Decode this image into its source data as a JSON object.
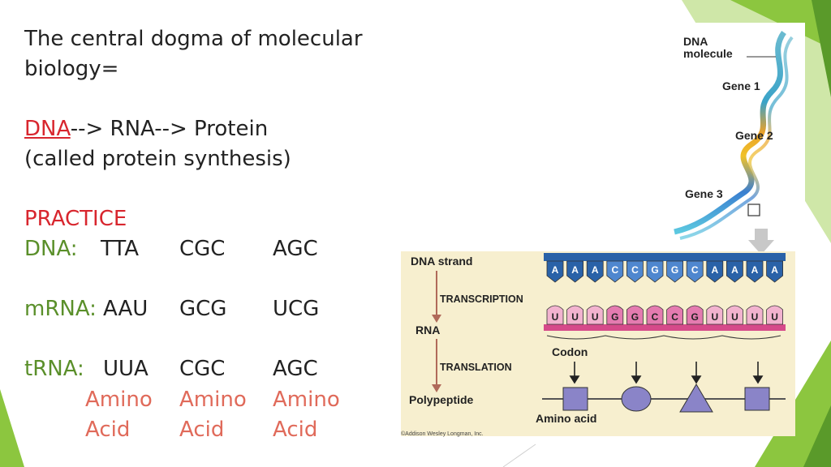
{
  "title_line1": "The central dogma of molecular",
  "title_line2": "biology=",
  "flow": {
    "dna": "DNA",
    "rest": "--> RNA--> Protein"
  },
  "flow_note": "(called protein synthesis)",
  "practice_label": "PRACTICE",
  "rows": [
    {
      "label": "DNA:",
      "codons": [
        "TTA",
        "CGC",
        "AGC"
      ]
    },
    {
      "label": "mRNA:",
      "codons": [
        "AAU",
        "GCG",
        "UCG"
      ]
    },
    {
      "label": "tRNA:",
      "codons": [
        "UUA",
        "CGC",
        "AGC"
      ]
    }
  ],
  "amino": [
    "Amino",
    "Amino",
    "Amino"
  ],
  "acid": [
    "Acid",
    "Acid",
    "Acid"
  ],
  "figure": {
    "dna_molecule": [
      "DNA",
      "molecule"
    ],
    "genes": [
      "Gene 1",
      "Gene 2",
      "Gene 3"
    ],
    "dna_strand": "DNA strand",
    "transcription": "TRANSCRIPTION",
    "rna": "RNA",
    "translation": "TRANSLATION",
    "codon": "Codon",
    "polypeptide": "Polypeptide",
    "amino_acid": "Amino acid",
    "credit": "©Addison Wesley Longman, Inc.",
    "dna_bases": [
      "A",
      "A",
      "A",
      "C",
      "C",
      "G",
      "G",
      "C",
      "A",
      "A",
      "A",
      "A"
    ],
    "rna_bases": [
      "U",
      "U",
      "U",
      "G",
      "G",
      "C",
      "C",
      "G",
      "U",
      "U",
      "U",
      "U"
    ]
  },
  "colors": {
    "accent_green": "#8cc63f",
    "dark_green": "#5a8f2a",
    "red": "#d8262e"
  }
}
